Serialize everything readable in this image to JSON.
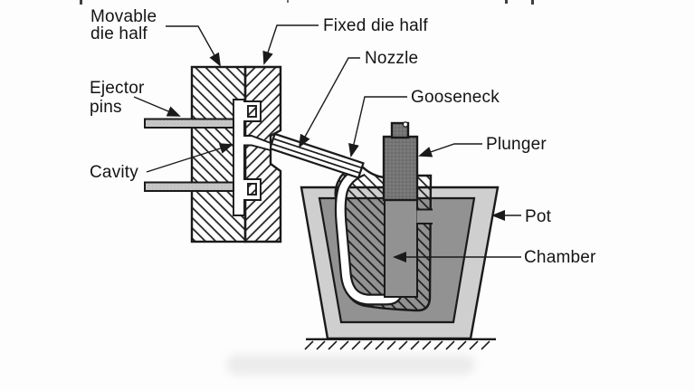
{
  "labels": {
    "movable_die_half": {
      "line1": "Movable",
      "line2": "die half"
    },
    "fixed_die_half": {
      "text": "Fixed die half"
    },
    "nozzle": {
      "text": "Nozzle"
    },
    "gooseneck": {
      "text": "Gooseneck"
    },
    "plunger": {
      "text": "Plunger"
    },
    "ejector_pins": {
      "line1": "Ejector",
      "line2": "pins"
    },
    "cavity": {
      "text": "Cavity"
    },
    "pot": {
      "text": "Pot"
    },
    "chamber": {
      "text": "Chamber"
    }
  },
  "colors": {
    "line": "#1a1a1a",
    "label_text": "#141414",
    "background": "#fdfdfd",
    "pot_gray": "#cfcfcf",
    "metal_gray": "#929292",
    "plunger_gray": "#757575",
    "pin_gray": "#c8c8c8"
  }
}
